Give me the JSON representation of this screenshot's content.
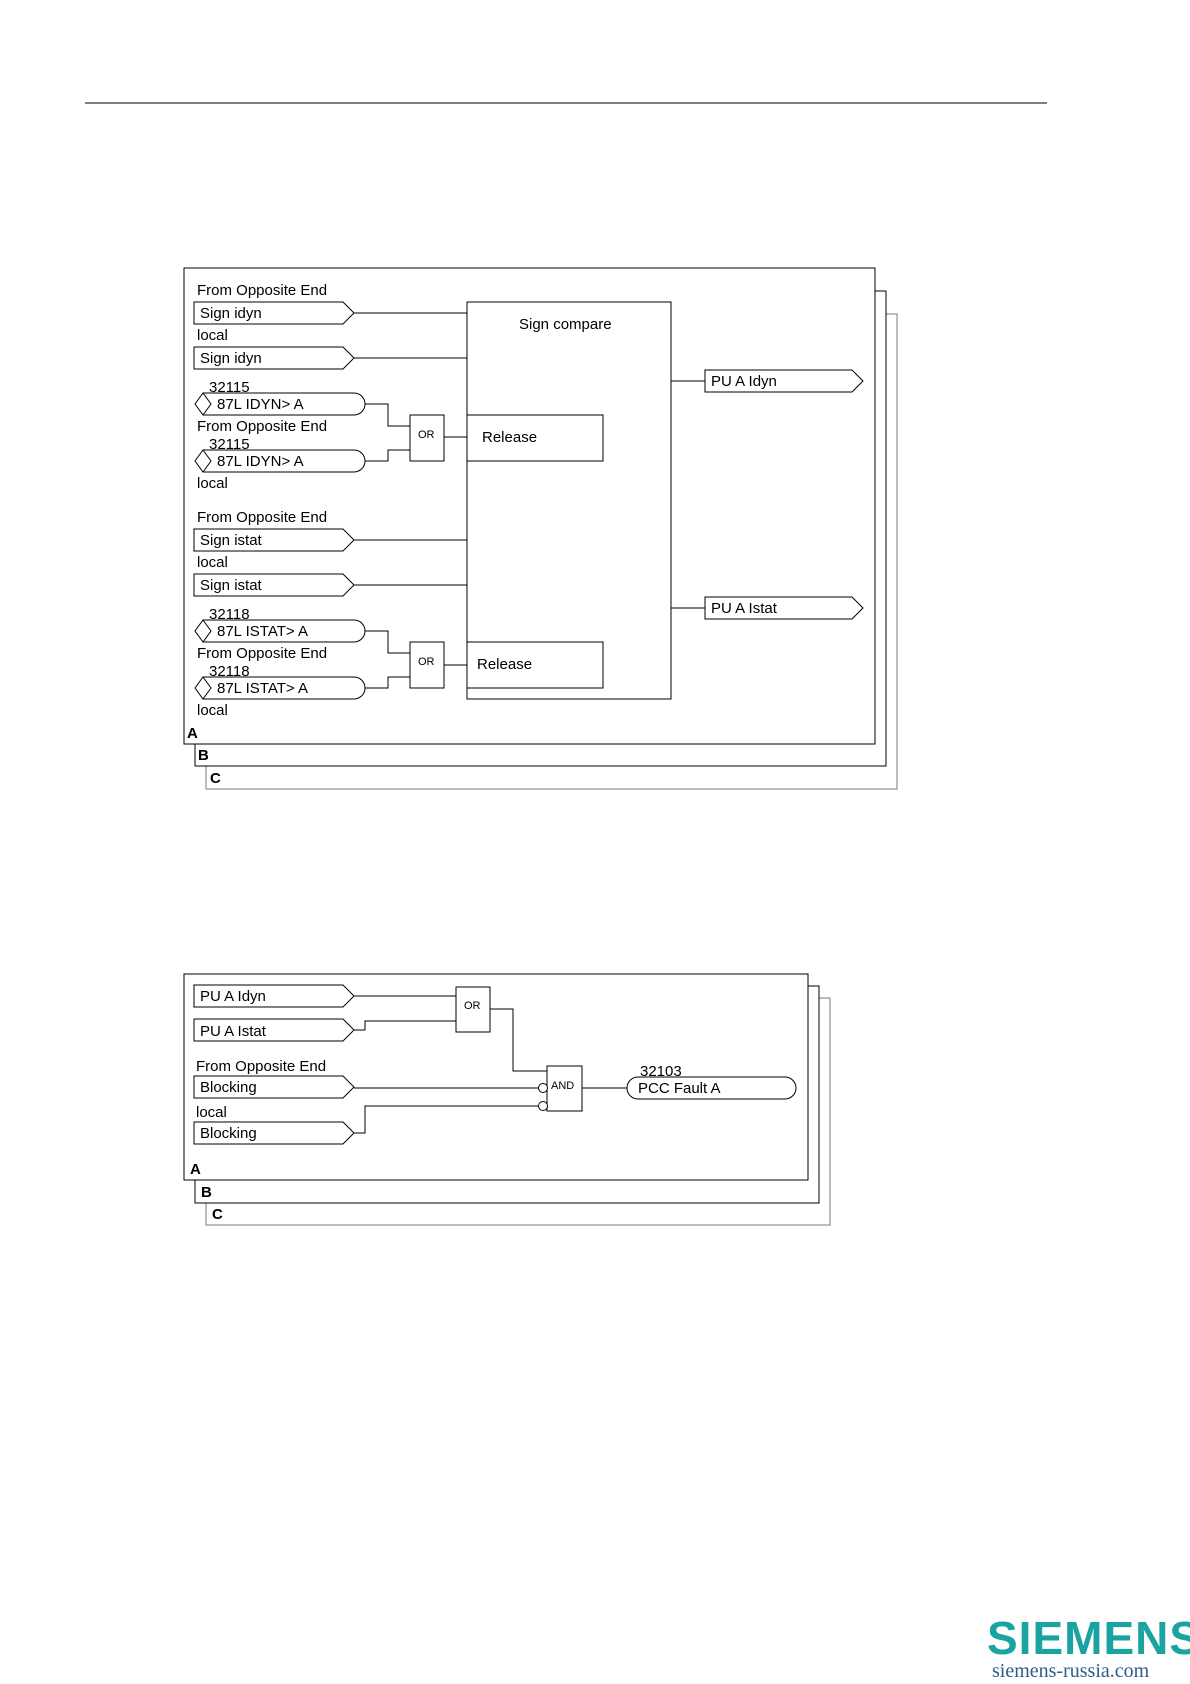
{
  "diagram1": {
    "groups": [
      {
        "title": "From Opposite End",
        "signal": "Sign idyn"
      },
      {
        "title": "local",
        "signal": "Sign idyn"
      },
      {
        "title": "From Opposite End",
        "signal": "Sign istat"
      },
      {
        "title": "local",
        "signal": "Sign istat"
      }
    ],
    "idyn_inputs": [
      {
        "number": "32115",
        "label": "87L IDYN> A",
        "source": "From Opposite End"
      },
      {
        "number": "32115",
        "label": "87L IDYN> A",
        "source": "local"
      }
    ],
    "istat_inputs": [
      {
        "number": "32118",
        "label": "87L ISTAT> A",
        "source": "From Opposite End"
      },
      {
        "number": "32118",
        "label": "87L ISTAT> A",
        "source": "local"
      }
    ],
    "or_gate": "OR",
    "sign_compare": "Sign compare",
    "release": "Release",
    "outputs": [
      "PU A Idyn",
      "PU A Istat"
    ],
    "phases": [
      "A",
      "B",
      "C"
    ]
  },
  "diagram2": {
    "inputs": [
      "PU A Idyn",
      "PU A Istat"
    ],
    "blocking_groups": [
      {
        "title": "From Opposite End",
        "signal": "Blocking"
      },
      {
        "title": "local",
        "signal": "Blocking"
      }
    ],
    "or_gate": "OR",
    "and_gate": "AND",
    "output": {
      "number": "32103",
      "label": "PCC Fault A"
    },
    "phases": [
      "A",
      "B",
      "C"
    ]
  },
  "logo": {
    "brand": "SIEMENS",
    "url": "siemens-russia.com"
  }
}
